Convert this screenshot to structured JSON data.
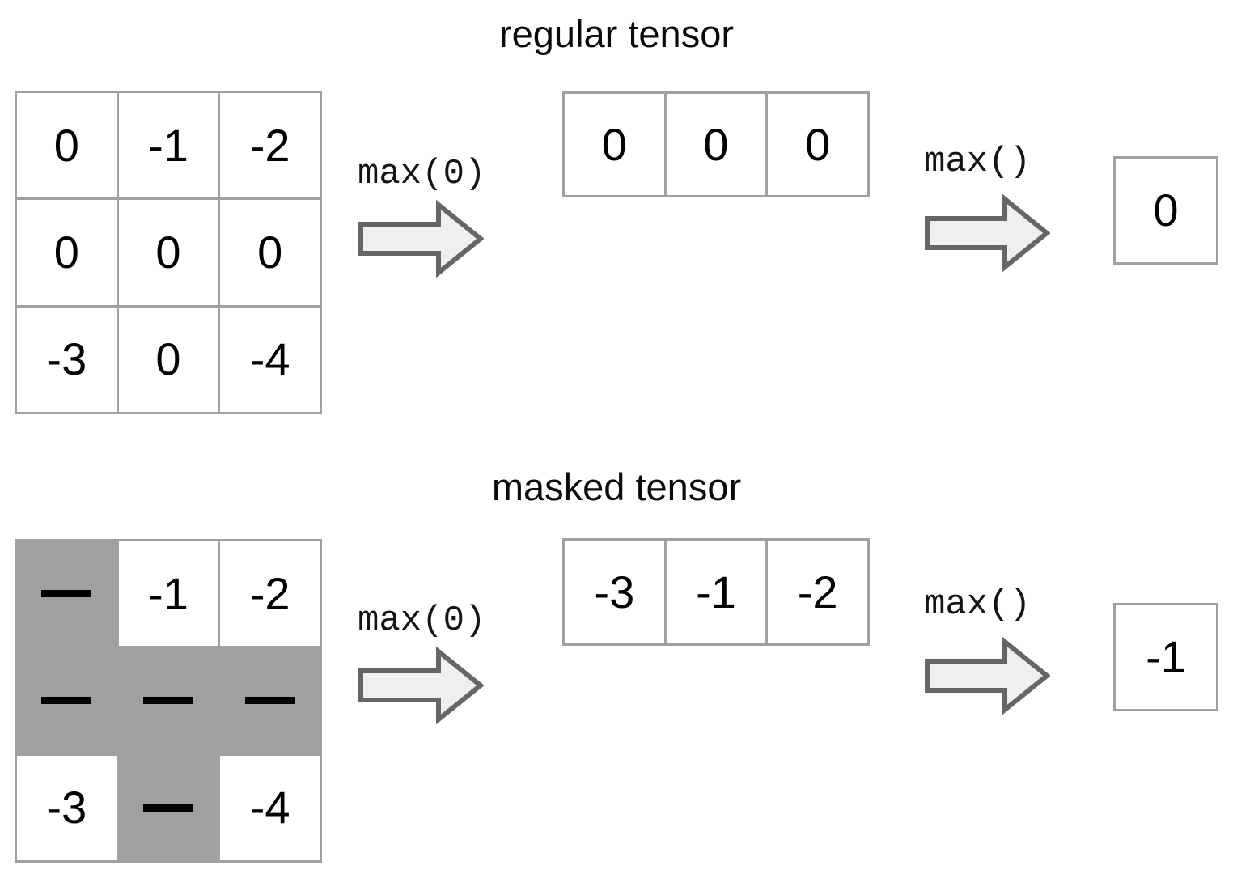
{
  "sections": [
    {
      "id": "regular",
      "title": "regular tensor",
      "matrix": {
        "rows": [
          [
            {
              "value": "0",
              "masked": false
            },
            {
              "value": "-1",
              "masked": false
            },
            {
              "value": "-2",
              "masked": false
            }
          ],
          [
            {
              "value": "0",
              "masked": false
            },
            {
              "value": "0",
              "masked": false
            },
            {
              "value": "0",
              "masked": false
            }
          ],
          [
            {
              "value": "-3",
              "masked": false
            },
            {
              "value": "0",
              "masked": false
            },
            {
              "value": "-4",
              "masked": false
            }
          ]
        ]
      },
      "op1_label": "max(0)",
      "rowvec": [
        "0",
        "0",
        "0"
      ],
      "op2_label": "max()",
      "scalar": "0"
    },
    {
      "id": "masked",
      "title": "masked tensor",
      "matrix": {
        "rows": [
          [
            {
              "value": "—",
              "masked": true
            },
            {
              "value": "-1",
              "masked": false
            },
            {
              "value": "-2",
              "masked": false
            }
          ],
          [
            {
              "value": "—",
              "masked": true
            },
            {
              "value": "—",
              "masked": true
            },
            {
              "value": "—",
              "masked": true
            }
          ],
          [
            {
              "value": "-3",
              "masked": false
            },
            {
              "value": "—",
              "masked": true
            },
            {
              "value": "-4",
              "masked": false
            }
          ]
        ]
      },
      "op1_label": "max(0)",
      "rowvec": [
        "-3",
        "-1",
        "-2"
      ],
      "op2_label": "max()",
      "scalar": "-1"
    }
  ],
  "icons": {
    "arrow": "right-block-arrow-icon",
    "masked_cell": "masked-dash-icon"
  },
  "colors": {
    "background": "#ffffff",
    "grid_line": "#a0a0a0",
    "masked_fill": "#a0a0a0",
    "cell_fill": "#ffffff",
    "text": "#000000",
    "arrow_fill": "#efefef",
    "arrow_stroke": "#666666"
  }
}
